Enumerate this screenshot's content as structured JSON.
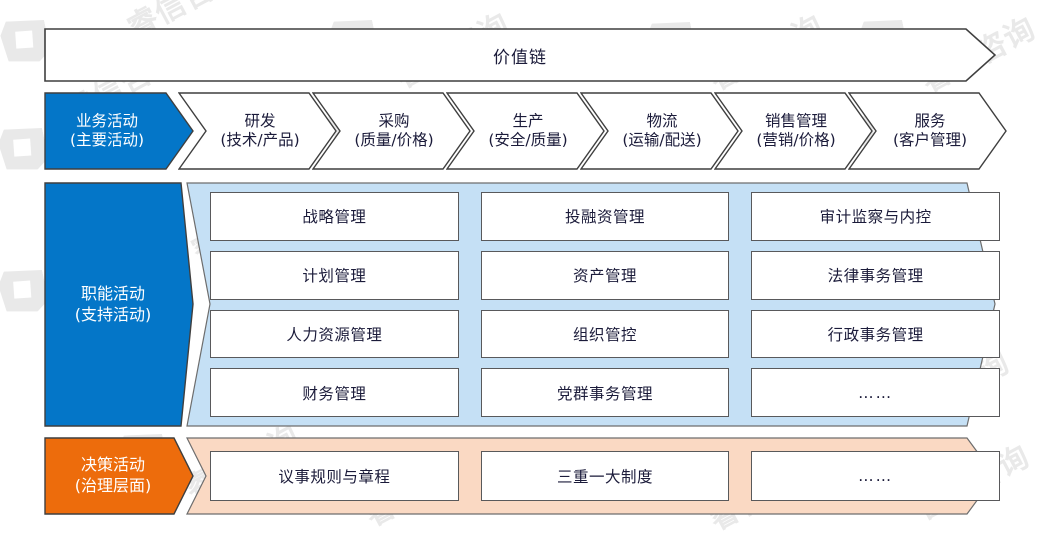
{
  "diagram": {
    "title_bar": {
      "label": "价值链"
    },
    "watermark": {
      "text": "睿信咨询"
    },
    "colors": {
      "primary_blue": "#0476C8",
      "light_blue": "#C5E0F5",
      "orange": "#ED6C0C",
      "light_orange": "#FAD9C3",
      "box_border": "#59595B",
      "text": "#1B1B3A"
    },
    "rows": [
      {
        "id": "business-activities",
        "tag": {
          "line1": "业务活动",
          "line2": "(主要活动)"
        },
        "items": [
          {
            "line1": "研发",
            "line2": "(技术/产品)"
          },
          {
            "line1": "采购",
            "line2": "(质量/价格)"
          },
          {
            "line1": "生产",
            "line2": "(安全/质量)"
          },
          {
            "line1": "物流",
            "line2": "(运输/配送)"
          },
          {
            "line1": "销售管理",
            "line2": "(营销/价格)"
          },
          {
            "line1": "服务",
            "line2": "(客户管理)"
          }
        ]
      },
      {
        "id": "functional-activities",
        "tag": {
          "line1": "职能活动",
          "line2": "(支持活动)"
        },
        "items": [
          "战略管理",
          "投融资管理",
          "审计监察与内控",
          "计划管理",
          "资产管理",
          "法律事务管理",
          "人力资源管理",
          "组织管控",
          "行政事务管理",
          "财务管理",
          "党群事务管理",
          "……"
        ]
      },
      {
        "id": "decision-activities",
        "tag": {
          "line1": "决策活动",
          "line2": "(治理层面)"
        },
        "items": [
          "议事规则与章程",
          "三重一大制度",
          "……"
        ]
      }
    ]
  }
}
